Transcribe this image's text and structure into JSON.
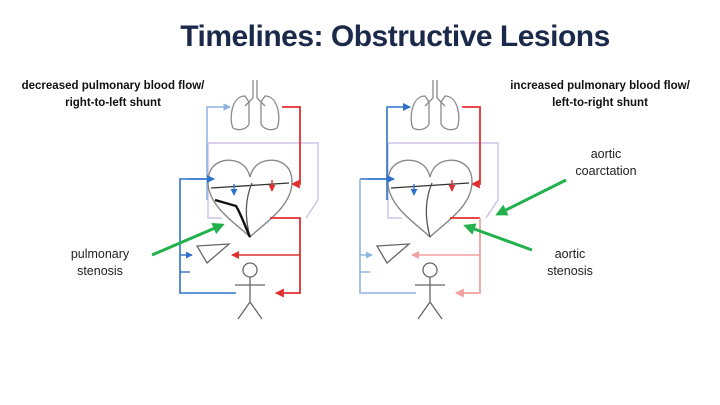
{
  "slide": {
    "title": "Timelines: Obstructive Lesions",
    "left_header": [
      "decreased pulmonary blood flow/",
      "right-to-left shunt"
    ],
    "right_header": [
      "increased pulmonary blood flow/",
      "left-to-right shunt"
    ]
  },
  "labels": {
    "pulmonary_stenosis": [
      "pulmonary",
      "stenosis"
    ],
    "aortic_coarctation": [
      "aortic",
      "coarctation"
    ],
    "aortic_stenosis": [
      "aortic",
      "stenosis"
    ]
  },
  "colors": {
    "title": "#1b2a4a",
    "blue": "#2f72c9",
    "red": "#e03030",
    "light_blue": "#8fb4e0",
    "light_red": "#f0a0a0",
    "purple": "#c8b6e6",
    "arrow_green": "#22b14c",
    "organ": "#8a8a8a"
  }
}
